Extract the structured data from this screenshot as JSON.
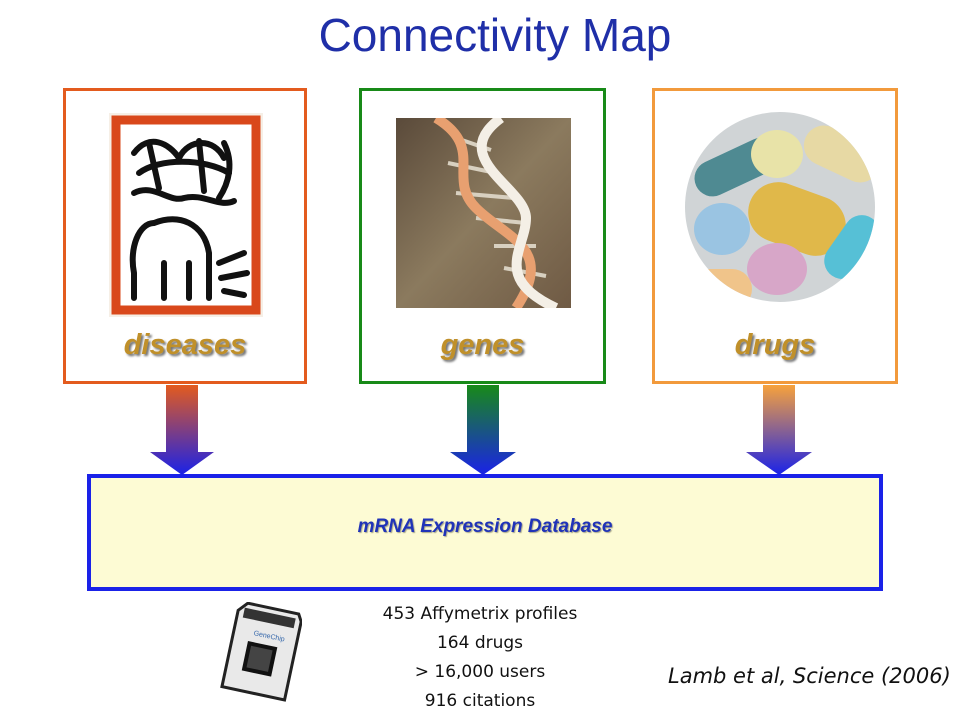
{
  "title": "Connectivity Map",
  "panels": [
    {
      "label": "diseases",
      "border_color": "#e35b1e",
      "icon": "keith-haring-artwork-icon"
    },
    {
      "label": "genes",
      "border_color": "#188a18",
      "icon": "dna-helix-icon"
    },
    {
      "label": "drugs",
      "border_color": "#f29a3c",
      "icon": "pills-icon"
    }
  ],
  "database": {
    "label": "mRNA Expression Database",
    "border_color": "#1a22e8",
    "fill_color": "#fdfbd4"
  },
  "stats": [
    "453 Affymetrix profiles",
    "164 drugs",
    "> 16,000 users",
    "916 citations"
  ],
  "chip_icon": "genechip-icon",
  "chip_text": "GeneChip",
  "citation": "Lamb et al, Science (2006)",
  "colors": {
    "title": "#1f2fa8",
    "label": "#c0902a",
    "arrow_bottom": "#1a22e8"
  }
}
